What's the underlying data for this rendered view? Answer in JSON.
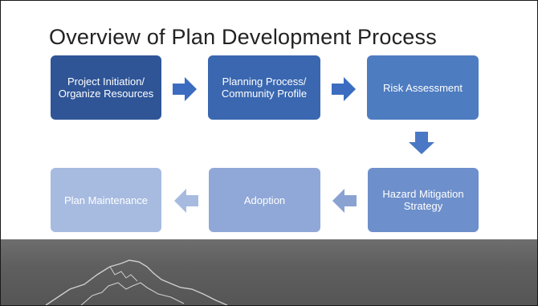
{
  "slide": {
    "title": "Overview of Plan Development Process"
  },
  "steps": [
    {
      "label": "Project Initiation/ Organize Resources",
      "color": "#2f5597"
    },
    {
      "label": "Planning Process/ Community Profile",
      "color": "#3a67b0"
    },
    {
      "label": "Risk Assessment",
      "color": "#4e7cc0"
    },
    {
      "label": "Hazard Mitigation Strategy",
      "color": "#6d8fcb"
    },
    {
      "label": "Adoption",
      "color": "#90a8d7"
    },
    {
      "label": "Plan Maintenance",
      "color": "#a7bbe1"
    }
  ],
  "arrows": [
    {
      "direction": "right",
      "color": "#3b6cc0"
    },
    {
      "direction": "right",
      "color": "#3b6cc0"
    },
    {
      "direction": "down",
      "color": "#4a78c4"
    },
    {
      "direction": "left",
      "color": "#8aa2d2"
    },
    {
      "direction": "left",
      "color": "#a7bbe1"
    }
  ],
  "colors": {
    "footer_band": "#5f5f5f",
    "mountain_outline": "#cfcfcf"
  }
}
